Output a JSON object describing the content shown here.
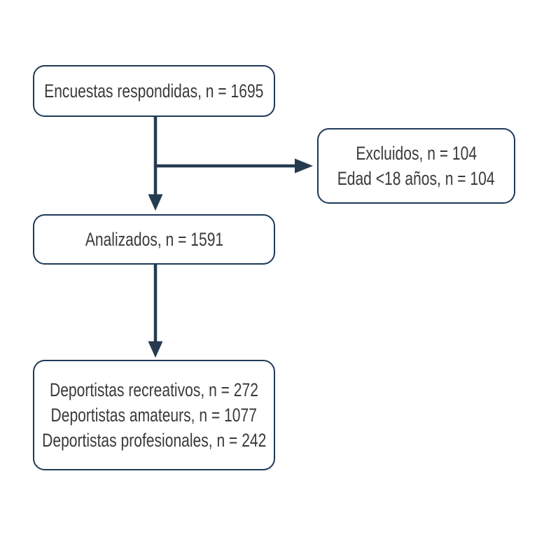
{
  "colors": {
    "background": "#ffffff",
    "box_border": "#1e3a58",
    "connector": "#253b4f",
    "text": "#3a3a3a"
  },
  "diagram": {
    "type": "flowchart",
    "nodes": [
      {
        "id": "encuestas",
        "lines": [
          "Encuestas respondidas, n = 1695"
        ]
      },
      {
        "id": "excluidos",
        "lines": [
          "Excluidos, n = 104",
          "Edad <18 años, n = 104"
        ]
      },
      {
        "id": "analizados",
        "lines": [
          "Analizados, n = 1591"
        ]
      },
      {
        "id": "grupos",
        "lines": [
          "Deportistas recreativos, n = 272",
          "Deportistas amateurs, n = 1077",
          "Deportistas profesionales, n = 242"
        ]
      }
    ],
    "edges": [
      {
        "from": "encuestas",
        "to": "analizados",
        "type": "arrow-down"
      },
      {
        "from": "encuestas",
        "to": "excluidos",
        "type": "arrow-right-branch"
      },
      {
        "from": "analizados",
        "to": "grupos",
        "type": "arrow-down"
      }
    ]
  }
}
